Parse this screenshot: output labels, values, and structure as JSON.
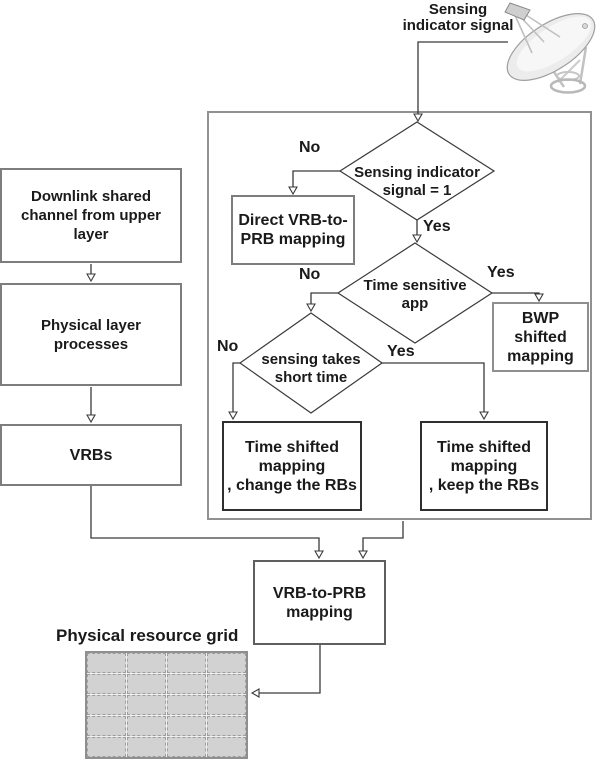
{
  "sensing_input": {
    "title": "Sensing\nindicator signal",
    "icon": "satellite-dish"
  },
  "left_column": {
    "downlink_box": "Downlink shared\nchannel from upper\nlayer",
    "physical_box": "Physical layer\nprocesses",
    "vrbs_box": "VRBs"
  },
  "decision_flow": {
    "d1": {
      "question": "Sensing indicator\nsignal = 1",
      "no_label": "No",
      "yes_label": "Yes"
    },
    "d2": {
      "question": "Time sensitive\napp",
      "no_label": "No",
      "yes_label": "Yes"
    },
    "d3": {
      "question": "sensing takes\nshort time",
      "no_label": "No",
      "yes_label": "Yes"
    },
    "direct_box": "Direct VRB-to-\nPRB mapping",
    "bwp_box": "BWP\nshifted\nmapping",
    "change_box": "Time shifted\nmapping\n, change the RBs",
    "keep_box": "Time shifted\nmapping\n, keep the RBs"
  },
  "output": {
    "mapping_box": "VRB-to-PRB\nmapping",
    "grid_label": "Physical resource grid",
    "grid": {
      "rows": 5,
      "cols": 4
    }
  },
  "colors": {
    "line": "#3a3a3a",
    "box_border": "#7d7d7d",
    "dark_box_border": "#2f2f2f",
    "container_border": "#919191",
    "grid_cell": "#d2d2d2",
    "text": "#1a1a1a"
  }
}
